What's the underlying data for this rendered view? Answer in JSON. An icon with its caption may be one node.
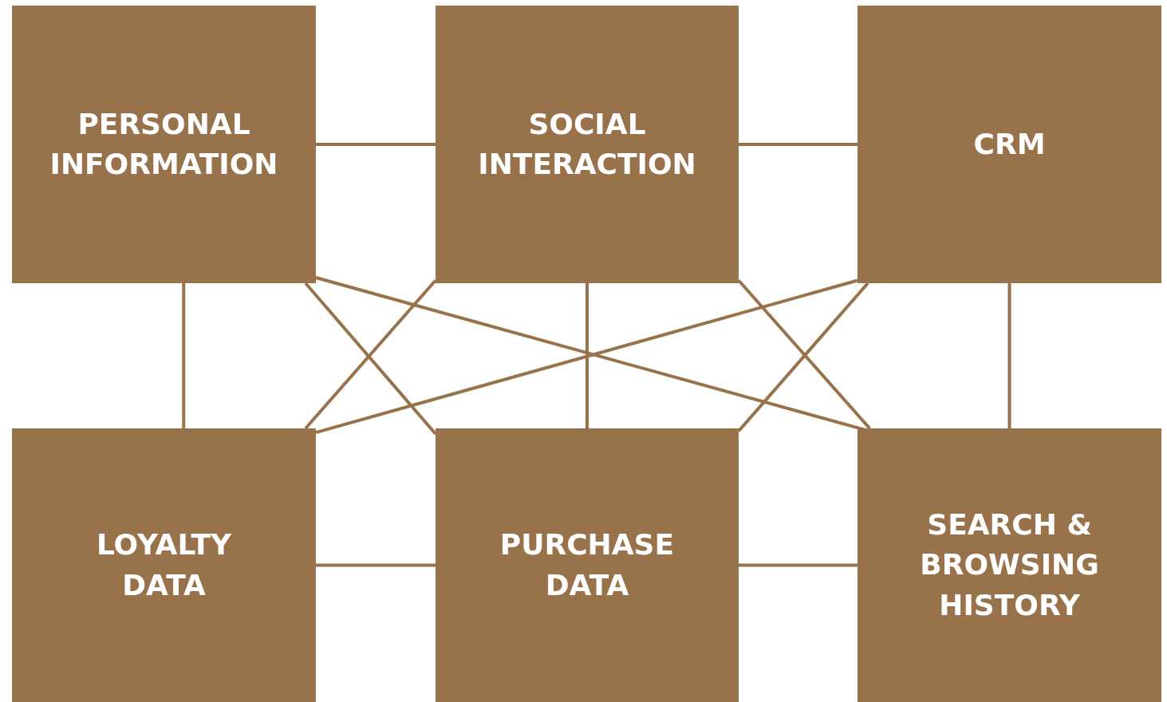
{
  "diagram": {
    "nodes": [
      {
        "text": [
          "PERSONAL INFORMATION"
        ]
      },
      {
        "text": [
          "SOCIAL INTERACTION"
        ]
      },
      {
        "text": [
          "CRM"
        ]
      },
      {
        "text": [
          "LOYALTY DATA"
        ]
      },
      {
        "text": [
          "PURCHASE DATA"
        ]
      },
      {
        "text": [
          "SEARCH & BROWSING HISTORY"
        ]
      }
    ],
    "edges": [
      {
        "from": 0,
        "to": 1,
        "arrow": "none"
      },
      {
        "from": 1,
        "to": 2,
        "arrow": "none"
      },
      {
        "from": 3,
        "to": 4,
        "arrow": "none"
      },
      {
        "from": 4,
        "to": 5,
        "arrow": "none"
      },
      {
        "from": 0,
        "to": 3,
        "arrow": "none"
      },
      {
        "from": 1,
        "to": 4,
        "arrow": "none"
      },
      {
        "from": 2,
        "to": 5,
        "arrow": "none"
      },
      {
        "from": 0,
        "to": 4,
        "arrow": "none"
      },
      {
        "from": 0,
        "to": 5,
        "arrow": "none"
      },
      {
        "from": 1,
        "to": 3,
        "arrow": "none"
      },
      {
        "from": 2,
        "to": 3,
        "arrow": "none"
      },
      {
        "from": 1,
        "to": 5,
        "arrow": "none"
      },
      {
        "from": 2,
        "to": 4,
        "arrow": "none"
      }
    ]
  }
}
